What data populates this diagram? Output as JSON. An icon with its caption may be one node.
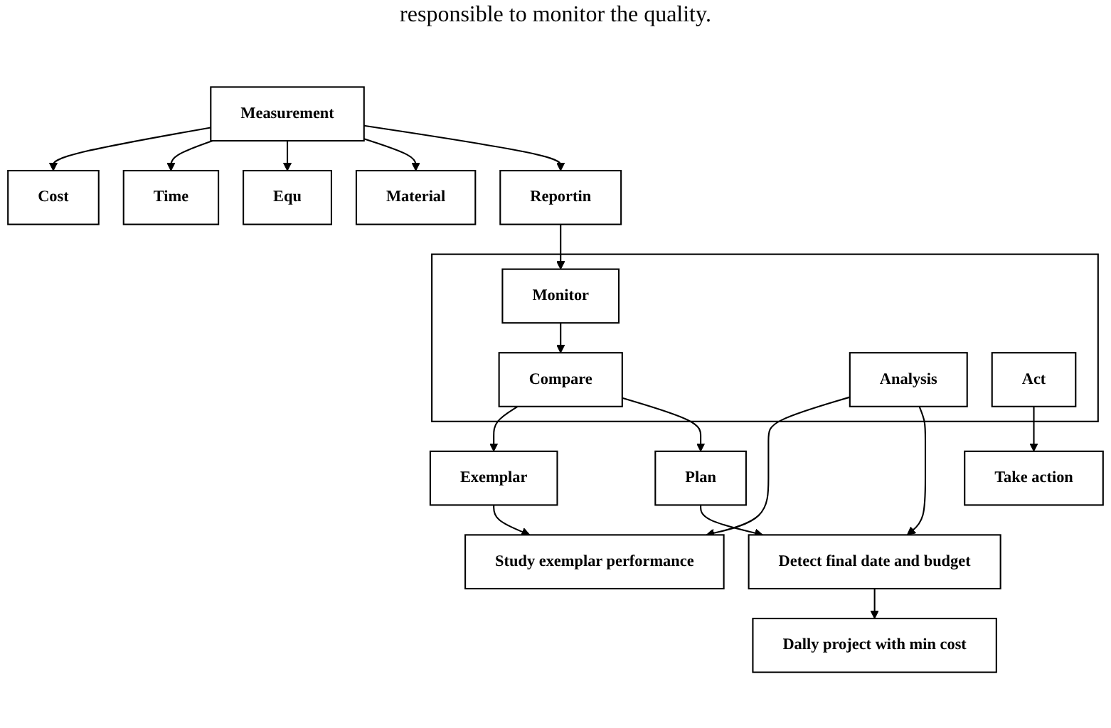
{
  "diagram": {
    "nodes": [
      {
        "text": [
          "Cost"
        ]
      },
      {
        "text": [
          "Time"
        ]
      },
      {
        "text": [
          "Equ"
        ]
      },
      {
        "text": [],
        "shape": "box"
      },
      {
        "text": [
          "Measurement"
        ]
      },
      {
        "text": [
          "Material"
        ]
      },
      {
        "text": [
          "Monitor"
        ],
        "in": 3
      },
      {
        "text": [
          "Reportin"
        ]
      },
      {
        "text": [
          "Exemplar"
        ]
      },
      {
        "text": [
          "Compare"
        ],
        "in": 3
      },
      {
        "text": [
          "Plan"
        ]
      },
      {
        "text": [
          "Analysis"
        ],
        "in": 3
      },
      {
        "text": [
          "Study exemplar performance"
        ]
      },
      {
        "text": [
          "Detect final date and budget"
        ]
      },
      {
        "text": [
          "Act"
        ],
        "in": 3
      },
      {
        "text": [
          "Take action"
        ]
      },
      {
        "text": [
          "Dally project with min cost"
        ]
      }
    ],
    "edges": [
      {
        "from": 4,
        "to": 0,
        "arrow": "to"
      },
      {
        "from": 4,
        "to": 1,
        "arrow": "to"
      },
      {
        "from": 4,
        "to": 2,
        "arrow": "to"
      },
      {
        "from": 4,
        "to": 5,
        "arrow": "to"
      },
      {
        "from": 4,
        "to": 7,
        "arrow": "to"
      },
      {
        "from": 7,
        "to": 6,
        "arrow": "to"
      },
      {
        "from": 6,
        "to": 9,
        "arrow": "to"
      },
      {
        "from": 9,
        "to": 8,
        "arrow": "to"
      },
      {
        "from": 9,
        "to": 10,
        "arrow": "to"
      },
      {
        "from": 8,
        "to": 12,
        "arrow": "to"
      },
      {
        "from": 11,
        "to": 12,
        "arrow": "to"
      },
      {
        "from": 10,
        "to": 13,
        "arrow": "to"
      },
      {
        "from": 11,
        "to": 13,
        "arrow": "to"
      },
      {
        "from": 13,
        "to": 16,
        "arrow": "to"
      },
      {
        "from": 14,
        "to": 15,
        "arrow": "to"
      }
    ],
    "labels": [
      "responsible to monitor the quality."
    ]
  }
}
